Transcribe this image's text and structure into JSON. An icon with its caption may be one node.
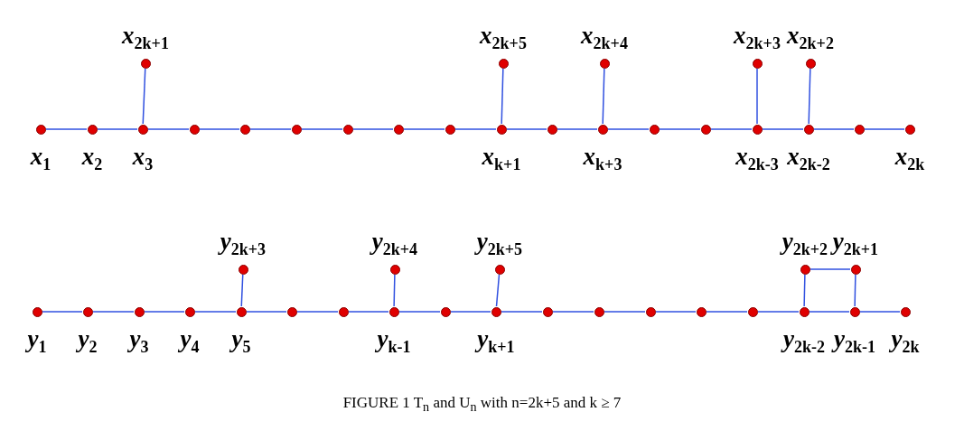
{
  "diagram": {
    "caption": "FIGURE 1 T$_{n}$ and U$_{n}$ with n=2k+5 and k ≥ 7",
    "nodes": [
      {
        "text": [],
        "shape": "circle",
        "beside": [
          "x$_{2k+1}$"
        ]
      },
      {
        "text": [],
        "shape": "circle",
        "beside": [
          "x$_{2k+5}$"
        ]
      },
      {
        "text": [],
        "shape": "circle",
        "beside": [
          "x$_{2k+4}$"
        ]
      },
      {
        "text": [],
        "shape": "circle",
        "beside": [
          "x$_{2k+3}$"
        ]
      },
      {
        "text": [],
        "shape": "circle",
        "beside": [
          "x$_{2k+2}$"
        ]
      },
      {
        "text": [],
        "shape": "circle",
        "beside": [
          "x$_{1}$"
        ]
      },
      {
        "text": [],
        "shape": "circle",
        "beside": [
          "x$_{2}$"
        ]
      },
      {
        "text": [],
        "shape": "circle",
        "beside": [
          "x$_{3}$"
        ]
      },
      {
        "text": [],
        "shape": "circle"
      },
      {
        "text": [],
        "shape": "circle"
      },
      {
        "text": [],
        "shape": "circle"
      },
      {
        "text": [],
        "shape": "circle"
      },
      {
        "text": [],
        "shape": "circle"
      },
      {
        "text": [],
        "shape": "circle"
      },
      {
        "text": [],
        "shape": "circle",
        "beside": [
          "x$_{k+1}$"
        ]
      },
      {
        "text": [],
        "shape": "circle"
      },
      {
        "text": [],
        "shape": "circle",
        "beside": [
          "x$_{k+3}$"
        ]
      },
      {
        "text": [],
        "shape": "circle"
      },
      {
        "text": [],
        "shape": "circle"
      },
      {
        "text": [],
        "shape": "circle",
        "beside": [
          "x$_{2k-3}$"
        ]
      },
      {
        "text": [],
        "shape": "circle",
        "beside": [
          "x$_{2k-2}$"
        ]
      },
      {
        "text": [],
        "shape": "circle"
      },
      {
        "text": [],
        "shape": "circle",
        "beside": [
          "x$_{2k}$"
        ]
      },
      {
        "text": [],
        "shape": "circle",
        "beside": [
          "y$_{2k+3}$"
        ]
      },
      {
        "text": [],
        "shape": "circle",
        "beside": [
          "y$_{2k+4}$"
        ]
      },
      {
        "text": [],
        "shape": "circle",
        "beside": [
          "y$_{2k+5}$"
        ]
      },
      {
        "text": [],
        "shape": "circle",
        "beside": [
          "y$_{2k+2}$"
        ]
      },
      {
        "text": [],
        "shape": "circle",
        "beside": [
          "y$_{2k+1}$"
        ]
      },
      {
        "text": [],
        "shape": "circle",
        "beside": [
          "y$_{1}$"
        ]
      },
      {
        "text": [],
        "shape": "circle",
        "beside": [
          "y$_{2}$"
        ]
      },
      {
        "text": [],
        "shape": "circle",
        "beside": [
          "y$_{3}$"
        ]
      },
      {
        "text": [],
        "shape": "circle",
        "beside": [
          "y$_{4}$"
        ]
      },
      {
        "text": [],
        "shape": "circle",
        "beside": [
          "y$_{5}$"
        ]
      },
      {
        "text": [],
        "shape": "circle"
      },
      {
        "text": [],
        "shape": "circle"
      },
      {
        "text": [],
        "shape": "circle",
        "beside": [
          "y$_{k-1}$"
        ]
      },
      {
        "text": [],
        "shape": "circle"
      },
      {
        "text": [],
        "shape": "circle",
        "beside": [
          "y$_{k+1}$"
        ]
      },
      {
        "text": [],
        "shape": "circle"
      },
      {
        "text": [],
        "shape": "circle"
      },
      {
        "text": [],
        "shape": "circle"
      },
      {
        "text": [],
        "shape": "circle"
      },
      {
        "text": [],
        "shape": "circle"
      },
      {
        "text": [],
        "shape": "circle",
        "beside": [
          "y$_{2k-2}$"
        ]
      },
      {
        "text": [],
        "shape": "circle",
        "beside": [
          "y$_{2k-1}$"
        ]
      },
      {
        "text": [],
        "shape": "circle",
        "beside": [
          "y$_{2k}$"
        ]
      }
    ],
    "edges": [
      {
        "from": 5,
        "to": 6,
        "arrow": "none"
      },
      {
        "from": 6,
        "to": 7,
        "arrow": "none"
      },
      {
        "from": 7,
        "to": 8,
        "arrow": "none"
      },
      {
        "from": 8,
        "to": 9,
        "arrow": "none"
      },
      {
        "from": 9,
        "to": 10,
        "arrow": "none"
      },
      {
        "from": 10,
        "to": 11,
        "arrow": "none"
      },
      {
        "from": 11,
        "to": 12,
        "arrow": "none"
      },
      {
        "from": 12,
        "to": 13,
        "arrow": "none"
      },
      {
        "from": 13,
        "to": 14,
        "arrow": "none"
      },
      {
        "from": 14,
        "to": 15,
        "arrow": "none"
      },
      {
        "from": 15,
        "to": 16,
        "arrow": "none"
      },
      {
        "from": 16,
        "to": 17,
        "arrow": "none"
      },
      {
        "from": 17,
        "to": 18,
        "arrow": "none"
      },
      {
        "from": 18,
        "to": 19,
        "arrow": "none"
      },
      {
        "from": 19,
        "to": 20,
        "arrow": "none"
      },
      {
        "from": 20,
        "to": 21,
        "arrow": "none"
      },
      {
        "from": 21,
        "to": 22,
        "arrow": "none"
      },
      {
        "from": 0,
        "to": 7,
        "arrow": "none"
      },
      {
        "from": 1,
        "to": 14,
        "arrow": "none"
      },
      {
        "from": 2,
        "to": 16,
        "arrow": "none"
      },
      {
        "from": 3,
        "to": 19,
        "arrow": "none"
      },
      {
        "from": 4,
        "to": 20,
        "arrow": "none"
      },
      {
        "from": 28,
        "to": 29,
        "arrow": "none"
      },
      {
        "from": 29,
        "to": 30,
        "arrow": "none"
      },
      {
        "from": 30,
        "to": 31,
        "arrow": "none"
      },
      {
        "from": 31,
        "to": 32,
        "arrow": "none"
      },
      {
        "from": 32,
        "to": 33,
        "arrow": "none"
      },
      {
        "from": 33,
        "to": 34,
        "arrow": "none"
      },
      {
        "from": 34,
        "to": 35,
        "arrow": "none"
      },
      {
        "from": 35,
        "to": 36,
        "arrow": "none"
      },
      {
        "from": 36,
        "to": 37,
        "arrow": "none"
      },
      {
        "from": 37,
        "to": 38,
        "arrow": "none"
      },
      {
        "from": 38,
        "to": 39,
        "arrow": "none"
      },
      {
        "from": 39,
        "to": 40,
        "arrow": "none"
      },
      {
        "from": 40,
        "to": 41,
        "arrow": "none"
      },
      {
        "from": 41,
        "to": 42,
        "arrow": "none"
      },
      {
        "from": 42,
        "to": 43,
        "arrow": "none"
      },
      {
        "from": 43,
        "to": 44,
        "arrow": "none"
      },
      {
        "from": 44,
        "to": 45,
        "arrow": "none"
      },
      {
        "from": 23,
        "to": 32,
        "arrow": "none"
      },
      {
        "from": 24,
        "to": 35,
        "arrow": "none"
      },
      {
        "from": 25,
        "to": 37,
        "arrow": "none"
      },
      {
        "from": 26,
        "to": 43,
        "arrow": "none"
      },
      {
        "from": 27,
        "to": 44,
        "arrow": "none"
      },
      {
        "from": 26,
        "to": 27,
        "arrow": "none"
      }
    ]
  }
}
